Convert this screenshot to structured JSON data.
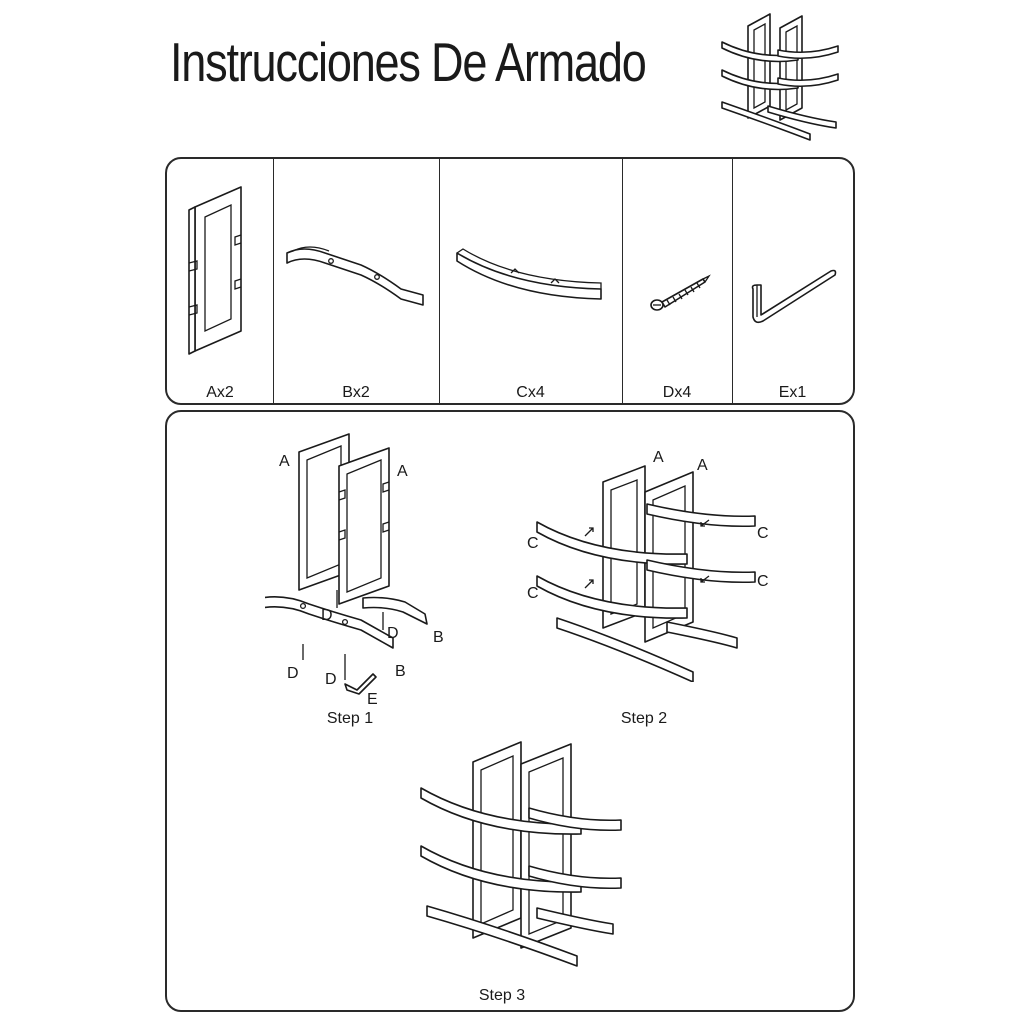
{
  "header": {
    "title": "Instrucciones De Armado",
    "thumbnail_icon": "assembled-wine-rack-icon"
  },
  "parts": [
    {
      "label": "Ax2",
      "icon": "side-frame-panel-icon"
    },
    {
      "label": "Bx2",
      "icon": "base-rail-icon"
    },
    {
      "label": "Cx4",
      "icon": "curved-shelf-rail-icon"
    },
    {
      "label": "Dx4",
      "icon": "screw-icon"
    },
    {
      "label": "Ex1",
      "icon": "allen-key-icon"
    }
  ],
  "steps": [
    {
      "label": "Step 1",
      "callouts": [
        "A",
        "A",
        "D",
        "D",
        "B",
        "D",
        "D",
        "B",
        "E"
      ]
    },
    {
      "label": "Step 2",
      "callouts": [
        "A",
        "A",
        "C",
        "C",
        "C",
        "C"
      ]
    },
    {
      "label": "Step 3",
      "callouts": []
    }
  ]
}
